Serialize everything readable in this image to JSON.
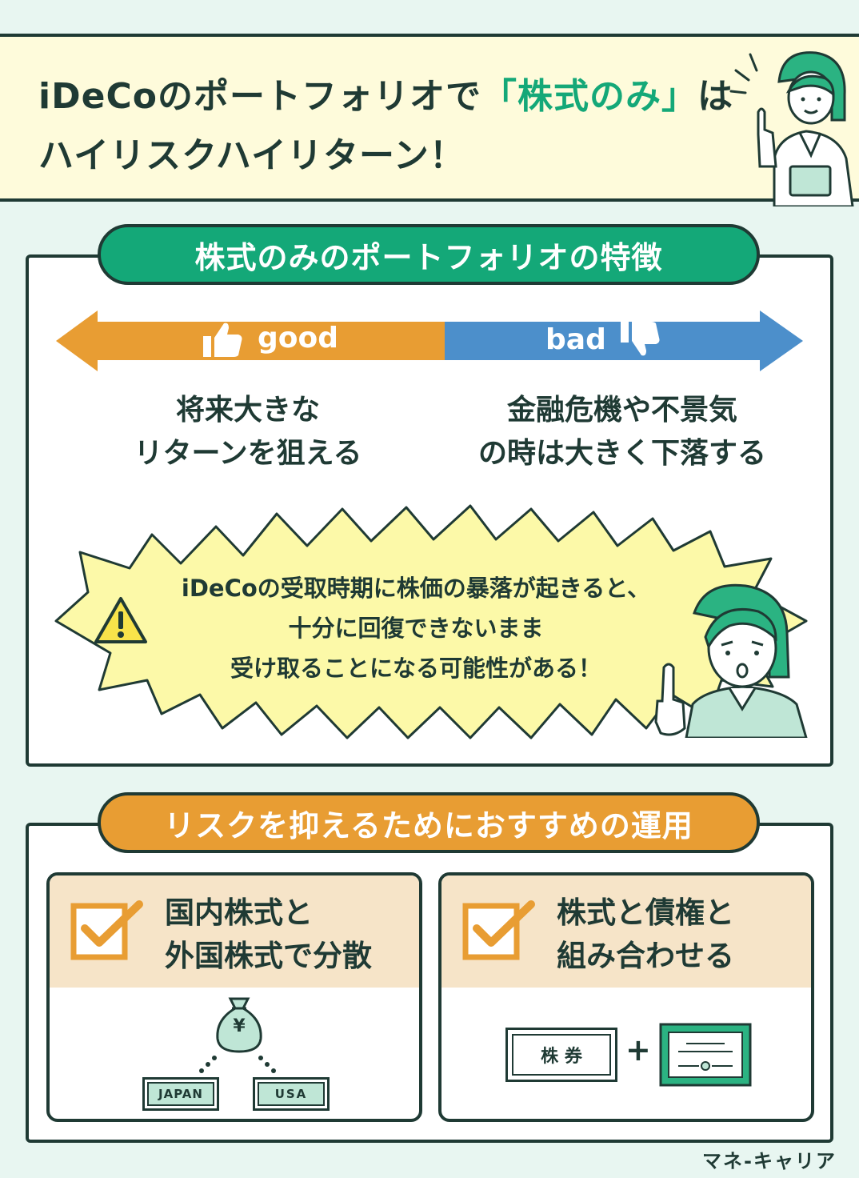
{
  "header": {
    "line1_pre": "iDeCoのポートフォリオで",
    "line1_hl": "「株式のみ」",
    "line1_post": "は",
    "line2": "ハイリスクハイリターン！"
  },
  "section1": {
    "title": "株式のみのポートフォリオの特徴",
    "good_label": "good",
    "bad_label": "bad",
    "good_text_1": "将来大きな",
    "good_text_2": "リターンを狙える",
    "bad_text_1": "金融危機や不景気",
    "bad_text_2": "の時は大きく下落する",
    "warning_1": "iDeCoの受取時期に株価の暴落が起きると、",
    "warning_2": "十分に回復できないまま",
    "warning_3": "受け取ることになる可能性がある！"
  },
  "section2": {
    "title": "リスクを抑えるためにおすすめの運用",
    "card1_line1": "国内株式と",
    "card1_line2": "外国株式で分散",
    "card1_money": "¥",
    "card1_japan": "JAPAN",
    "card1_usa": "USA",
    "card2_line1": "株式と債権と",
    "card2_line2": "組み合わせる",
    "card2_stock": "株 券",
    "card2_plus": "+"
  },
  "footer": {
    "logo": "マネ-キャリア"
  },
  "colors": {
    "dark": "#1f3a34",
    "green": "#14a878",
    "orange": "#e89d33",
    "blue": "#4c8fcb",
    "yellow": "#fcf9a8",
    "cream": "#fefbdb",
    "tan": "#f6e4c8"
  }
}
